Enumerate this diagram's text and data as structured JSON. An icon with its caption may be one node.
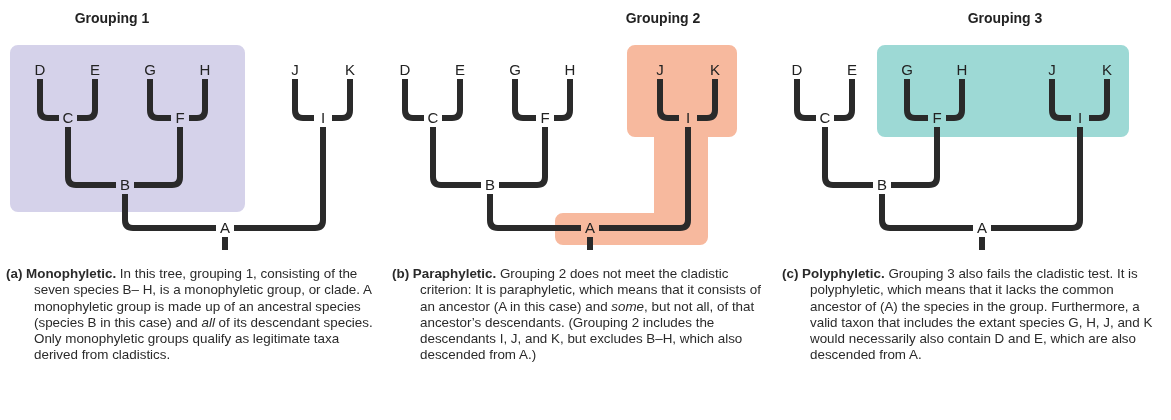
{
  "diagram": {
    "nodes": [
      {
        "text": [
          "Grouping 1"
        ]
      },
      {
        "text": [
          "D"
        ],
        "in": 0
      },
      {
        "text": [
          "E"
        ],
        "in": 0
      },
      {
        "text": [
          "G"
        ],
        "in": 0
      },
      {
        "text": [
          "H"
        ],
        "in": 0
      },
      {
        "text": [
          "J"
        ]
      },
      {
        "text": [
          "K"
        ]
      },
      {
        "text": [
          "C"
        ],
        "in": 0
      },
      {
        "text": [
          "F"
        ],
        "in": 0
      },
      {
        "text": [
          "I"
        ]
      },
      {
        "text": [
          "B"
        ],
        "in": 0
      },
      {
        "text": [
          "A"
        ]
      },
      {
        "text": [
          "Grouping 2"
        ]
      },
      {
        "text": [
          "D"
        ]
      },
      {
        "text": [
          "E"
        ]
      },
      {
        "text": [
          "G"
        ]
      },
      {
        "text": [
          "H"
        ]
      },
      {
        "text": [
          "J"
        ],
        "in": 12
      },
      {
        "text": [
          "K"
        ],
        "in": 12
      },
      {
        "text": [
          "C"
        ]
      },
      {
        "text": [
          "F"
        ]
      },
      {
        "text": [
          "I"
        ],
        "in": 12
      },
      {
        "text": [
          "B"
        ]
      },
      {
        "text": [
          "A"
        ],
        "in": 12
      },
      {
        "text": [
          "Grouping 3"
        ]
      },
      {
        "text": [
          "D"
        ]
      },
      {
        "text": [
          "E"
        ]
      },
      {
        "text": [
          "G"
        ],
        "in": 24
      },
      {
        "text": [
          "H"
        ],
        "in": 24
      },
      {
        "text": [
          "J"
        ],
        "in": 24
      },
      {
        "text": [
          "K"
        ],
        "in": 24
      },
      {
        "text": [
          "C"
        ]
      },
      {
        "text": [
          "F"
        ],
        "in": 24
      },
      {
        "text": [
          "I"
        ],
        "in": 24
      },
      {
        "text": [
          "B"
        ]
      },
      {
        "text": [
          "A"
        ]
      }
    ],
    "edges": [
      {
        "from": 7,
        "to": 1,
        "arrow": "none"
      },
      {
        "from": 7,
        "to": 2,
        "arrow": "none"
      },
      {
        "from": 8,
        "to": 3,
        "arrow": "none"
      },
      {
        "from": 8,
        "to": 4,
        "arrow": "none"
      },
      {
        "from": 9,
        "to": 5,
        "arrow": "none"
      },
      {
        "from": 9,
        "to": 6,
        "arrow": "none"
      },
      {
        "from": 10,
        "to": 7,
        "arrow": "none"
      },
      {
        "from": 10,
        "to": 8,
        "arrow": "none"
      },
      {
        "from": 11,
        "to": 10,
        "arrow": "none"
      },
      {
        "from": 11,
        "to": 9,
        "arrow": "none"
      },
      {
        "from": 11,
        "to": null,
        "arrow": "none"
      },
      {
        "from": 19,
        "to": 13,
        "arrow": "none"
      },
      {
        "from": 19,
        "to": 14,
        "arrow": "none"
      },
      {
        "from": 20,
        "to": 15,
        "arrow": "none"
      },
      {
        "from": 20,
        "to": 16,
        "arrow": "none"
      },
      {
        "from": 21,
        "to": 17,
        "arrow": "none"
      },
      {
        "from": 21,
        "to": 18,
        "arrow": "none"
      },
      {
        "from": 22,
        "to": 19,
        "arrow": "none"
      },
      {
        "from": 22,
        "to": 20,
        "arrow": "none"
      },
      {
        "from": 23,
        "to": 22,
        "arrow": "none"
      },
      {
        "from": 23,
        "to": 21,
        "arrow": "none"
      },
      {
        "from": 23,
        "to": null,
        "arrow": "none"
      },
      {
        "from": 31,
        "to": 25,
        "arrow": "none"
      },
      {
        "from": 31,
        "to": 26,
        "arrow": "none"
      },
      {
        "from": 32,
        "to": 27,
        "arrow": "none"
      },
      {
        "from": 32,
        "to": 28,
        "arrow": "none"
      },
      {
        "from": 33,
        "to": 29,
        "arrow": "none"
      },
      {
        "from": 33,
        "to": 30,
        "arrow": "none"
      },
      {
        "from": 34,
        "to": 31,
        "arrow": "none"
      },
      {
        "from": 34,
        "to": 32,
        "arrow": "none"
      },
      {
        "from": 35,
        "to": 34,
        "arrow": "none"
      },
      {
        "from": 35,
        "to": 33,
        "arrow": "none"
      },
      {
        "from": 35,
        "to": null,
        "arrow": "none"
      }
    ],
    "labels": [
      "**(a) Monophyletic.** In this tree, grouping 1, consisting of the seven species B– H, is a monophyletic group, or clade. A monophyletic group is made up of an ancestral species (species B in this case) and *all* of its descendant species. Only monophyletic groups qualify as legitimate taxa derived from cladistics.",
      "**(b) Paraphyletic.** Grouping 2 does not meet the cladistic criterion: It is paraphyletic, which means that it consists of an ancestor (A in this case) and *some*, but not all, of that ancestor’s descendants. (Grouping 2 includes the descendants I, J, and K, but excludes B–H, which also descended from A.)",
      "**(c) Polyphyletic.** Grouping 3 also fails the cladistic test. It is polyphyletic, which means that it lacks the common ancestor of (A)  the species in the group. Furthermore, a valid taxon that includes the extant species G, H, J, and K would necessarily also contain D and E, which are also descended from A."
    ]
  }
}
